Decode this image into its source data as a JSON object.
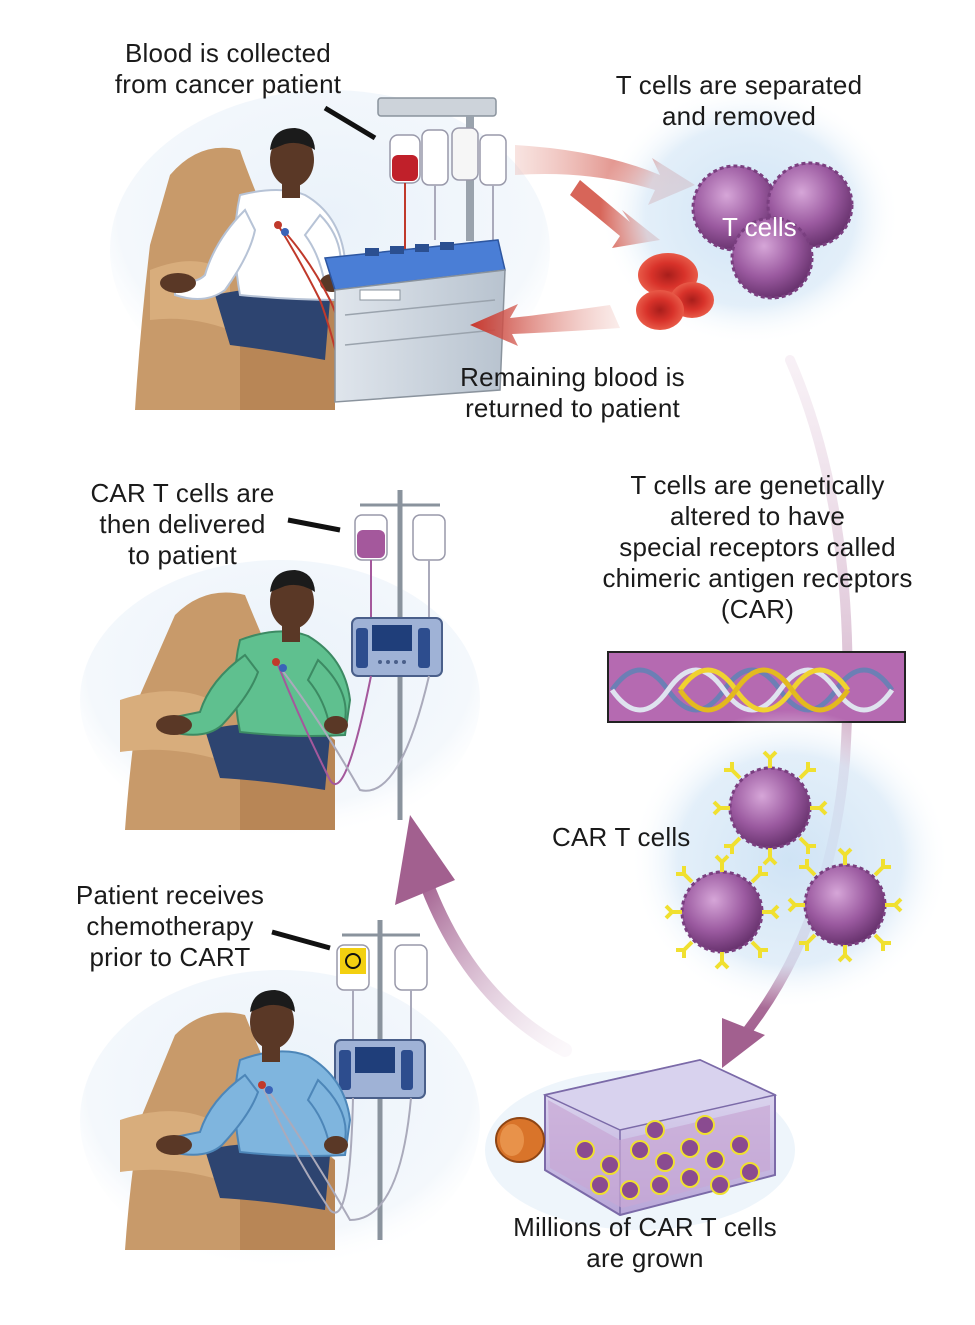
{
  "labels": {
    "blood_collected": [
      "Blood is collected",
      "from cancer patient"
    ],
    "t_cells_separated": [
      "T cells are separated",
      "and removed"
    ],
    "t_cells_tag": "T cells",
    "remaining_blood": [
      "Remaining blood is",
      "returned to patient"
    ],
    "genetically_altered": [
      "T cells are genetically",
      "altered to have",
      "special receptors called",
      "chimeric antigen receptors",
      "(CAR)"
    ],
    "car_t_cells": "CAR T cells",
    "car_delivered": [
      "CAR T cells are",
      "then delivered",
      "to patient"
    ],
    "chemotherapy": [
      "Patient receives",
      "chemotherapy",
      "prior to CART"
    ],
    "millions_grown": [
      "Millions of CAR T cells",
      "are grown"
    ]
  },
  "colors": {
    "red_arrow": "#c8372d",
    "purple_arrow": "#a2608f",
    "t_cell": "#9b5aa0",
    "red_cell": "#d8322a",
    "car_receptor": "#f0e030",
    "glow": "#cfe3f5",
    "dna_band": "#b56ab1",
    "skin": "#5a3826",
    "chair": "#c89a6a",
    "pants": "#2d4470"
  }
}
